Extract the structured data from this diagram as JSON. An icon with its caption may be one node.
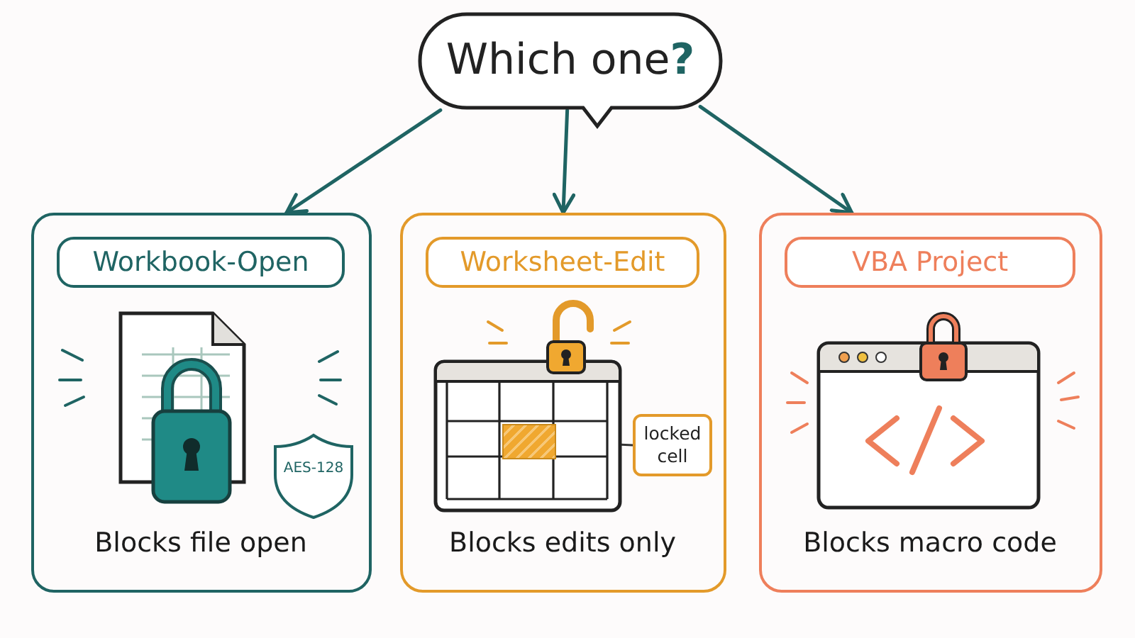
{
  "diagram": {
    "nodes": [
      {
        "text": [
          "Which one?"
        ]
      },
      {
        "text": [
          "Workbook-Open",
          "Blocks file open"
        ]
      },
      {
        "text": [
          "AES-128"
        ],
        "in": 1
      },
      {
        "text": [
          "Worksheet-Edit",
          "Blocks edits only"
        ]
      },
      {
        "text": [],
        "shape": "box",
        "in": 3
      },
      {
        "text": [
          "locked cell"
        ],
        "in": 3
      },
      {
        "text": [
          "VBA Project",
          "Blocks macro code"
        ]
      }
    ],
    "edges": [
      {
        "from": 0,
        "to": 1,
        "arrow": "to"
      },
      {
        "from": 0,
        "to": 3,
        "arrow": "to"
      },
      {
        "from": 0,
        "to": 6,
        "arrow": "to"
      },
      {
        "from": 5,
        "to": 4,
        "arrow": "other",
        "color": "#333333"
      }
    ]
  }
}
